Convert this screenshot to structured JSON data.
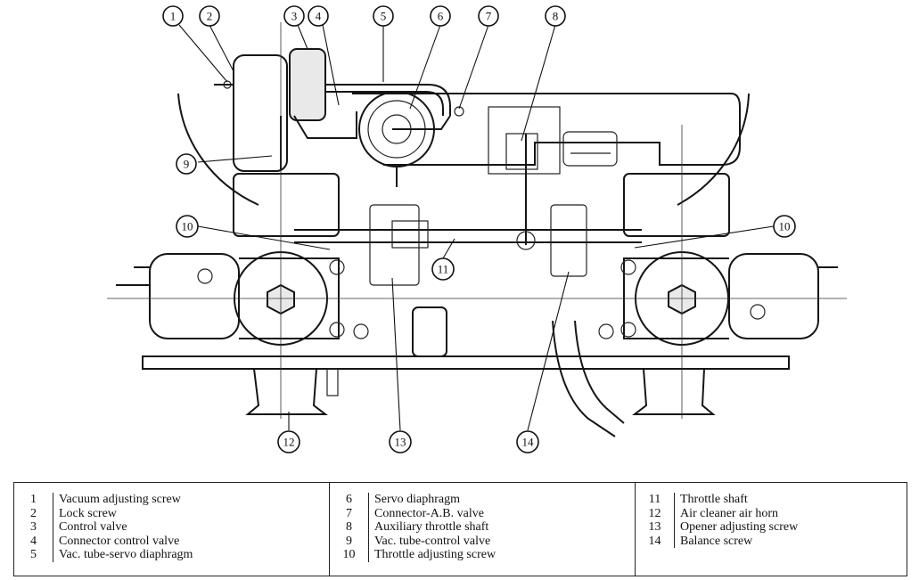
{
  "callouts": [
    {
      "num": "1"
    },
    {
      "num": "2"
    },
    {
      "num": "3"
    },
    {
      "num": "4"
    },
    {
      "num": "5"
    },
    {
      "num": "6"
    },
    {
      "num": "7"
    },
    {
      "num": "8"
    },
    {
      "num": "9"
    },
    {
      "num": "10"
    },
    {
      "num": "10"
    },
    {
      "num": "11"
    },
    {
      "num": "12"
    },
    {
      "num": "13"
    },
    {
      "num": "14"
    }
  ],
  "legend": {
    "columns": [
      [
        {
          "num": "1",
          "label": "Vacuum adjusting screw"
        },
        {
          "num": "2",
          "label": "Lock screw"
        },
        {
          "num": "3",
          "label": "Control valve"
        },
        {
          "num": "4",
          "label": "Connector control valve"
        },
        {
          "num": "5",
          "label": "Vac. tube-servo diaphragm"
        }
      ],
      [
        {
          "num": "6",
          "label": "Servo diaphragm"
        },
        {
          "num": "7",
          "label": "Connector-A.B. valve"
        },
        {
          "num": "8",
          "label": "Auxiliary throttle shaft"
        },
        {
          "num": "9",
          "label": "Vac. tube-control valve"
        },
        {
          "num": "10",
          "label": "Throttle adjusting screw"
        }
      ],
      [
        {
          "num": "11",
          "label": "Throttle shaft"
        },
        {
          "num": "12",
          "label": "Air cleaner air horn"
        },
        {
          "num": "13",
          "label": "Opener adjusting screw"
        },
        {
          "num": "14",
          "label": "Balance screw"
        }
      ]
    ]
  }
}
